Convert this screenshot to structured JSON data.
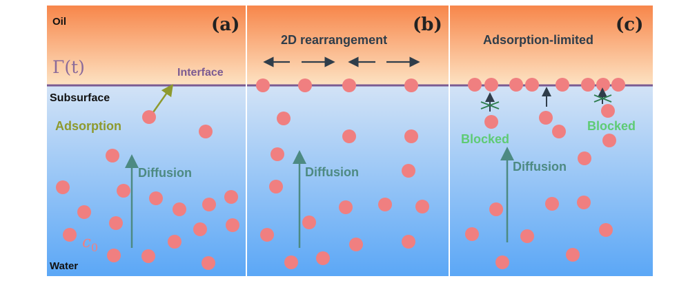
{
  "colors": {
    "oil_top": "#f7864a",
    "oil_bottom": "#fde2c2",
    "water_top": "#cfe0f5",
    "water_bottom": "#5aa6f5",
    "interface_line": "#7b5b92",
    "particle": "#f07f80",
    "diffusion_arrow": "#4d8a82",
    "adsorption_arrow": "#8e9a2e",
    "blocked": "#5ecb74",
    "blocked_cross": "#2e7d4f",
    "dark_text": "#2f3d4a"
  },
  "panel_a": {
    "label": "(a)",
    "oil_label": "Oil",
    "gamma_label": "Γ(t)",
    "interface_label": "Interface",
    "subsurface_label": "Subsurface",
    "adsorption_label": "Adsorption",
    "diffusion_label": "Diffusion",
    "c0_label": "c0",
    "water_label": "Water"
  },
  "panel_b": {
    "label": "(b)",
    "title": "2D rearrangement",
    "diffusion_label": "Diffusion"
  },
  "panel_c": {
    "label": "(c)",
    "title": "Adsorption-limited",
    "blocked_left": "Blocked",
    "blocked_right": "Blocked",
    "diffusion_label": "Diffusion"
  }
}
